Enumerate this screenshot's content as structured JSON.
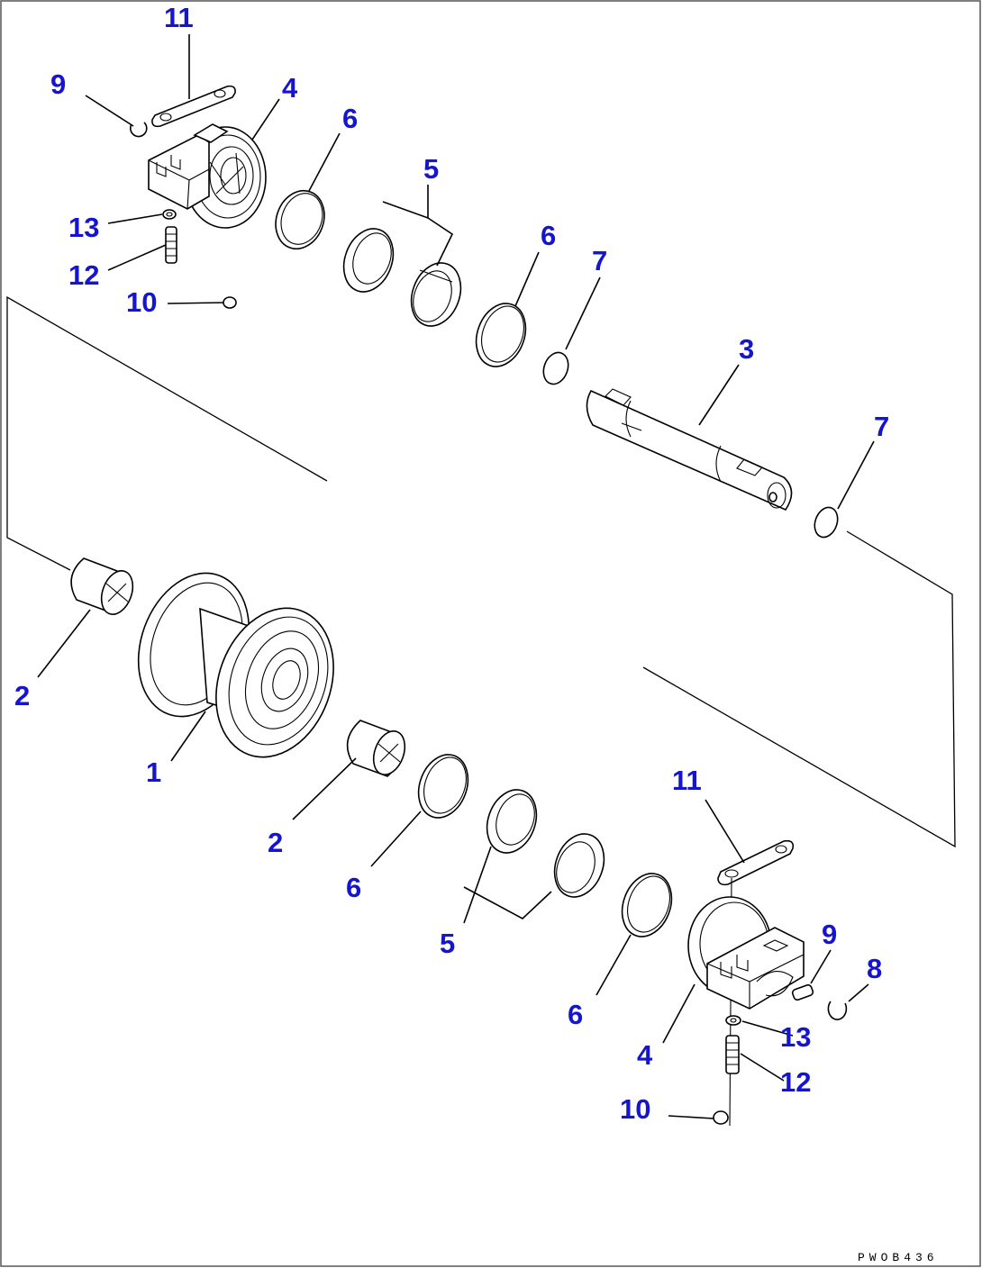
{
  "diagram": {
    "colors": {
      "callout": "#1515d0",
      "line": "#000000",
      "background": "#ffffff",
      "frame": "#555555"
    },
    "drawing_code": "PWOB436",
    "callouts": [
      {
        "id": "c11a",
        "label": "11"
      },
      {
        "id": "c9a",
        "label": "9"
      },
      {
        "id": "c4a",
        "label": "4"
      },
      {
        "id": "c6a",
        "label": "6"
      },
      {
        "id": "c5a",
        "label": "5"
      },
      {
        "id": "c13a",
        "label": "13"
      },
      {
        "id": "c12a",
        "label": "12"
      },
      {
        "id": "c6b",
        "label": "6"
      },
      {
        "id": "c7a",
        "label": "7"
      },
      {
        "id": "c10a",
        "label": "10"
      },
      {
        "id": "c3",
        "label": "3"
      },
      {
        "id": "c7b",
        "label": "7"
      },
      {
        "id": "c2a",
        "label": "2"
      },
      {
        "id": "c1",
        "label": "1"
      },
      {
        "id": "c2b",
        "label": "2"
      },
      {
        "id": "c11b",
        "label": "11"
      },
      {
        "id": "c6c",
        "label": "6"
      },
      {
        "id": "c5b",
        "label": "5"
      },
      {
        "id": "c9b",
        "label": "9"
      },
      {
        "id": "c8",
        "label": "8"
      },
      {
        "id": "c6d",
        "label": "6"
      },
      {
        "id": "c13b",
        "label": "13"
      },
      {
        "id": "c4b",
        "label": "4"
      },
      {
        "id": "c12b",
        "label": "12"
      },
      {
        "id": "c10b",
        "label": "10"
      }
    ]
  }
}
